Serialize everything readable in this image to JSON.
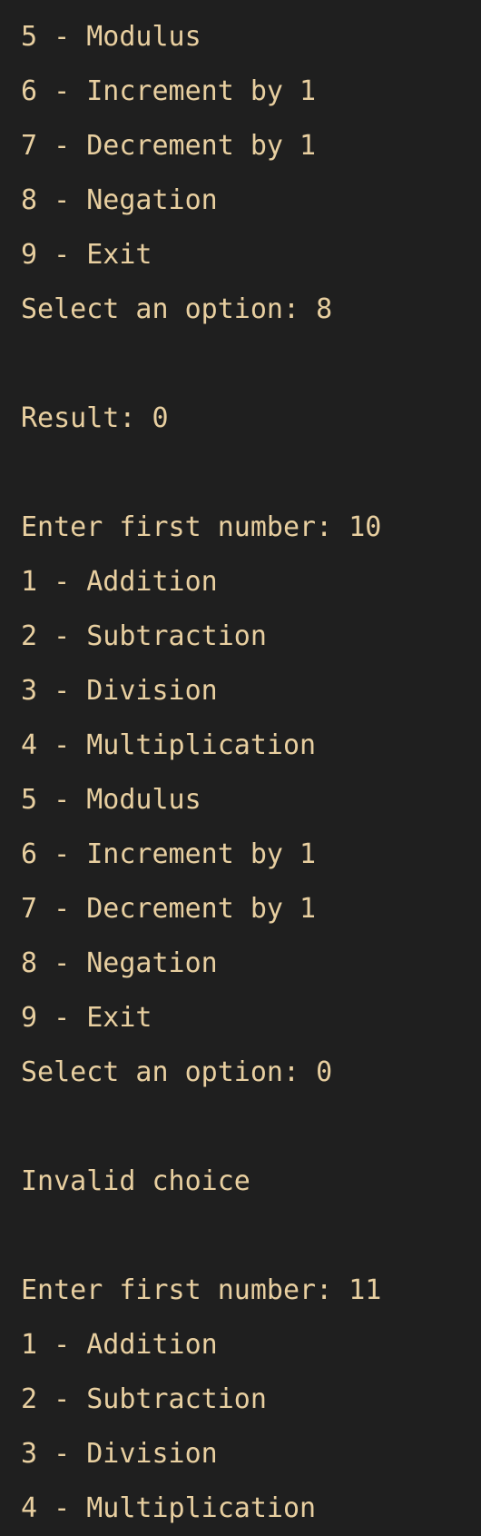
{
  "terminal": {
    "lines": [
      "5 - Modulus",
      "6 - Increment by 1",
      "7 - Decrement by 1",
      "8 - Negation",
      "9 - Exit",
      "Select an option: 8",
      "",
      "Result: 0",
      "",
      "Enter first number: 10",
      "1 - Addition",
      "2 - Subtraction",
      "3 - Division",
      "4 - Multiplication",
      "5 - Modulus",
      "6 - Increment by 1",
      "7 - Decrement by 1",
      "8 - Negation",
      "9 - Exit",
      "Select an option: 0",
      "",
      "Invalid choice",
      "",
      "Enter first number: 11",
      "1 - Addition",
      "2 - Subtraction",
      "3 - Division",
      "4 - Multiplication"
    ]
  }
}
